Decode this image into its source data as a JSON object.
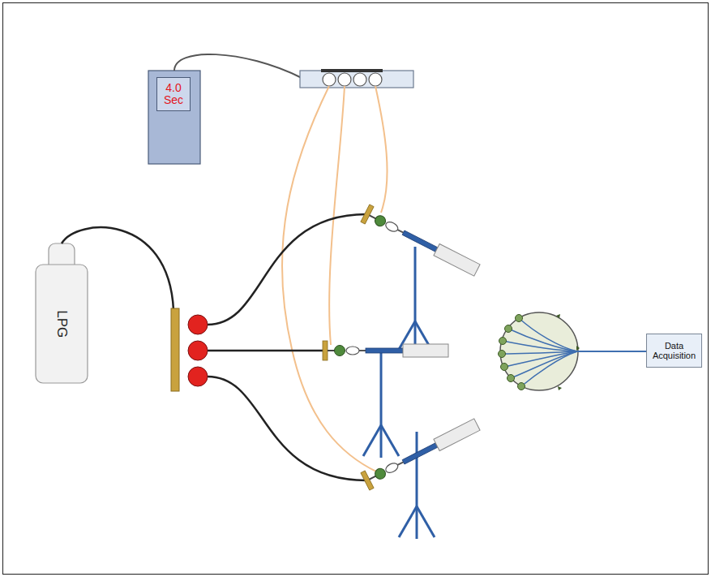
{
  "diagram": {
    "nodes": [
      {
        "text": [
          "4.0 Sec"
        ]
      },
      {
        "text": [
          "LPG"
        ]
      },
      {
        "text": [
          "Data Acquisition"
        ]
      }
    ]
  }
}
